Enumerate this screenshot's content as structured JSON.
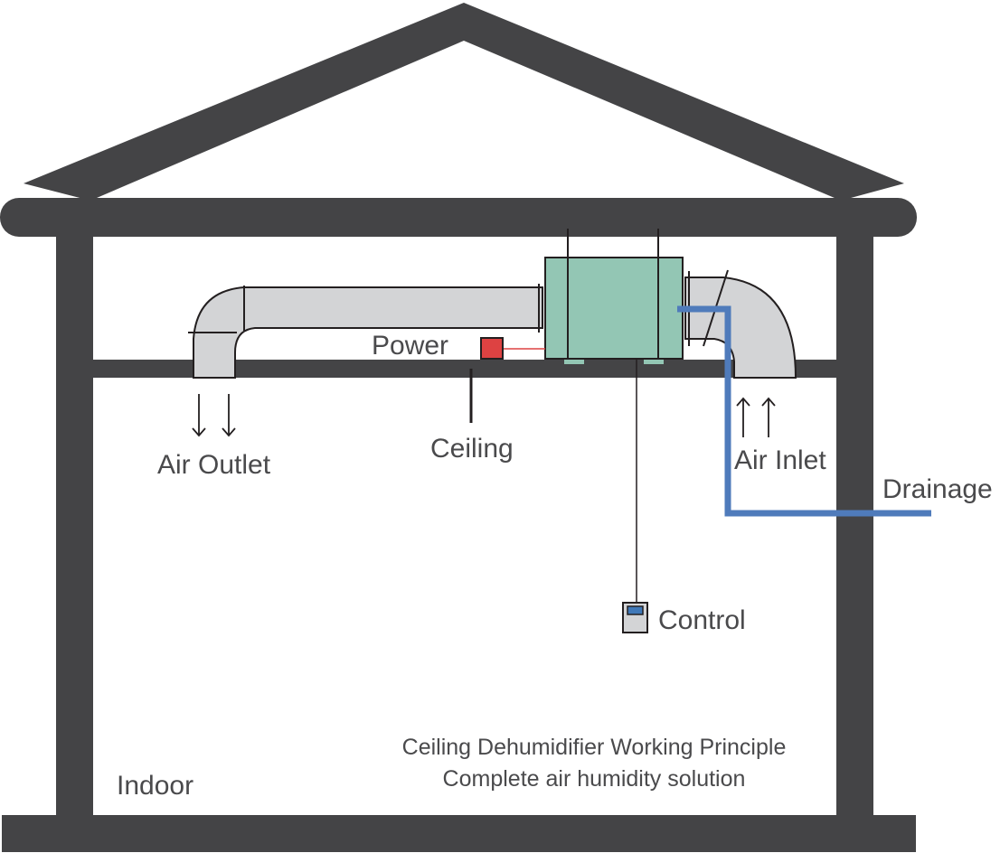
{
  "diagram": {
    "title_line1": "Ceiling Dehumidifier Working Principle",
    "title_line2": "Complete air humidity solution",
    "labels": {
      "power": "Power",
      "ceiling": "Ceiling",
      "air_outlet": "Air Outlet",
      "air_inlet": "Air Inlet",
      "drainage": "Drainage",
      "control": "Control",
      "indoor": "Indoor"
    },
    "arrows": {
      "outlet": "↓ ↓",
      "inlet": "↑ ↑"
    },
    "colors": {
      "structure": "#444446",
      "duct": "#d3d4d6",
      "unit": "#93c6b4",
      "drain_pipe": "#4f7bbb",
      "power_box": "#dd4242",
      "control_screen": "#3f78b8",
      "text": "#4a4a4c"
    }
  }
}
